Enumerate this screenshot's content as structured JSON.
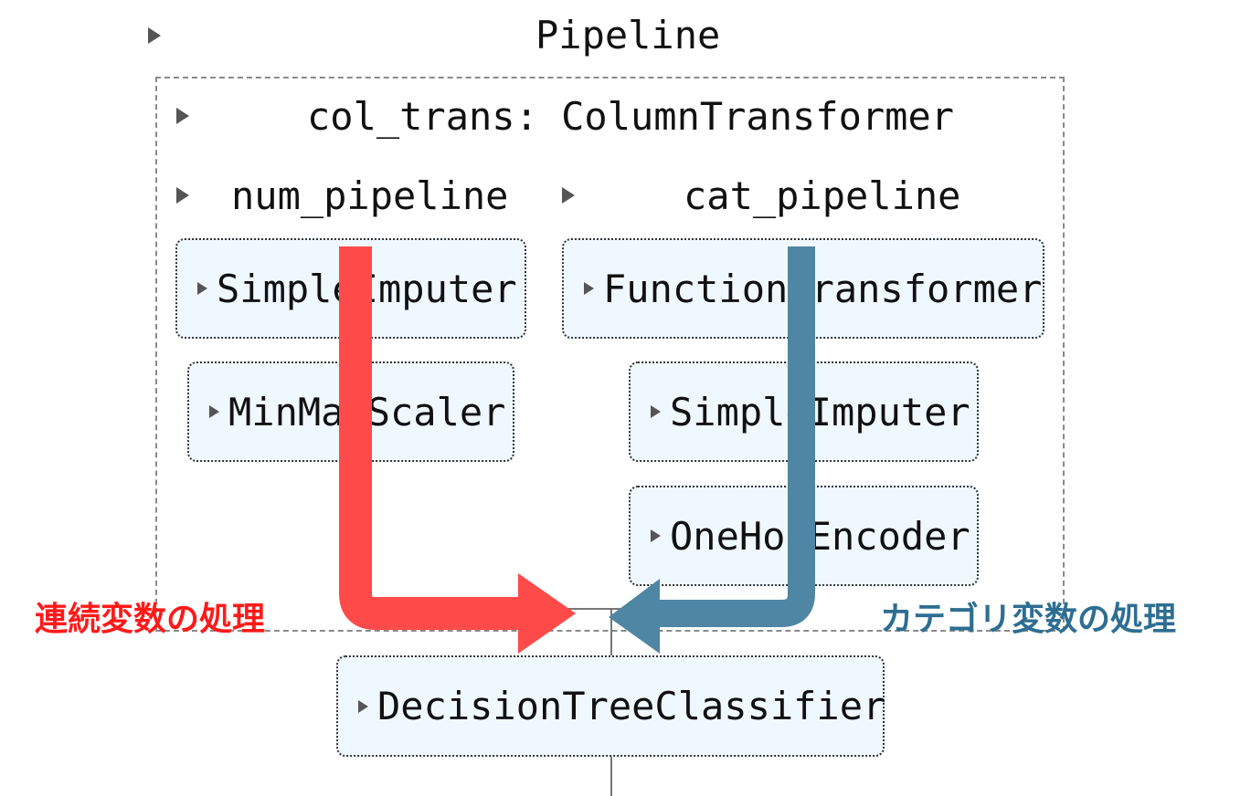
{
  "pipeline": {
    "title": "Pipeline"
  },
  "column_transformer": {
    "title": "col_trans: ColumnTransformer"
  },
  "num_pipeline": {
    "title": "num_pipeline",
    "steps": [
      "SimpleImputer",
      "MinMaxScaler"
    ]
  },
  "cat_pipeline": {
    "title": "cat_pipeline",
    "steps": [
      "FunctionTransformer",
      "SimpleImputer",
      "OneHotEncoder"
    ]
  },
  "classifier": {
    "label": "DecisionTreeClassifier"
  },
  "annotations": {
    "numeric_label": "連続変数の処理",
    "categorical_label": "カテゴリ変数の処理"
  },
  "colors": {
    "numeric_arrow": "#ff4a4a",
    "categorical_arrow": "#4f86a3",
    "numeric_text": "#ff1a1a",
    "categorical_text": "#2e6e92",
    "estimator_bg": "#f0f8ff"
  }
}
